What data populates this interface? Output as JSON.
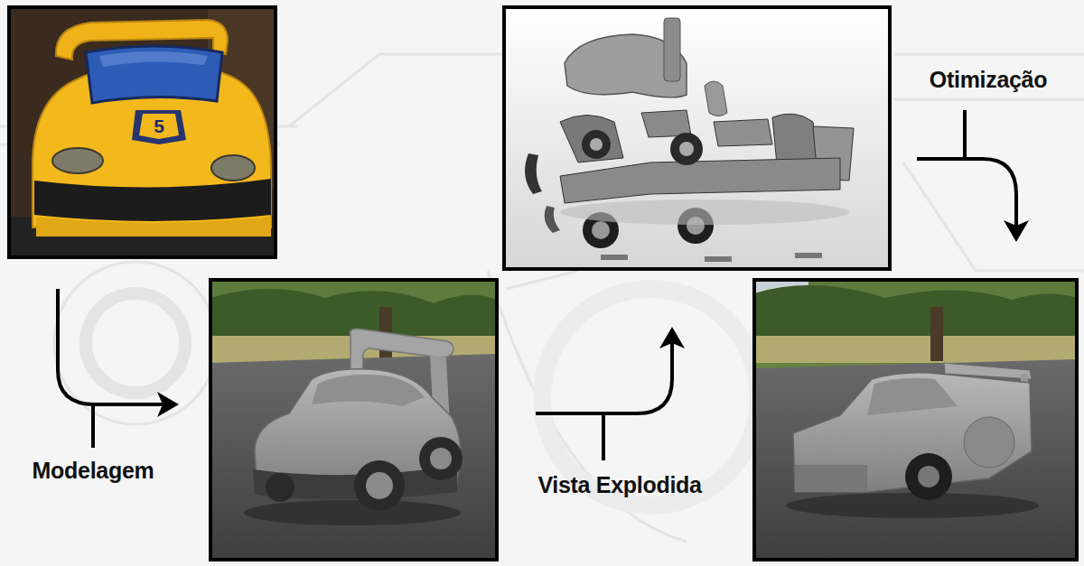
{
  "diagram": {
    "labels": [
      "5",
      "Modelagem",
      "Vista Explodida",
      "Otimização"
    ]
  }
}
